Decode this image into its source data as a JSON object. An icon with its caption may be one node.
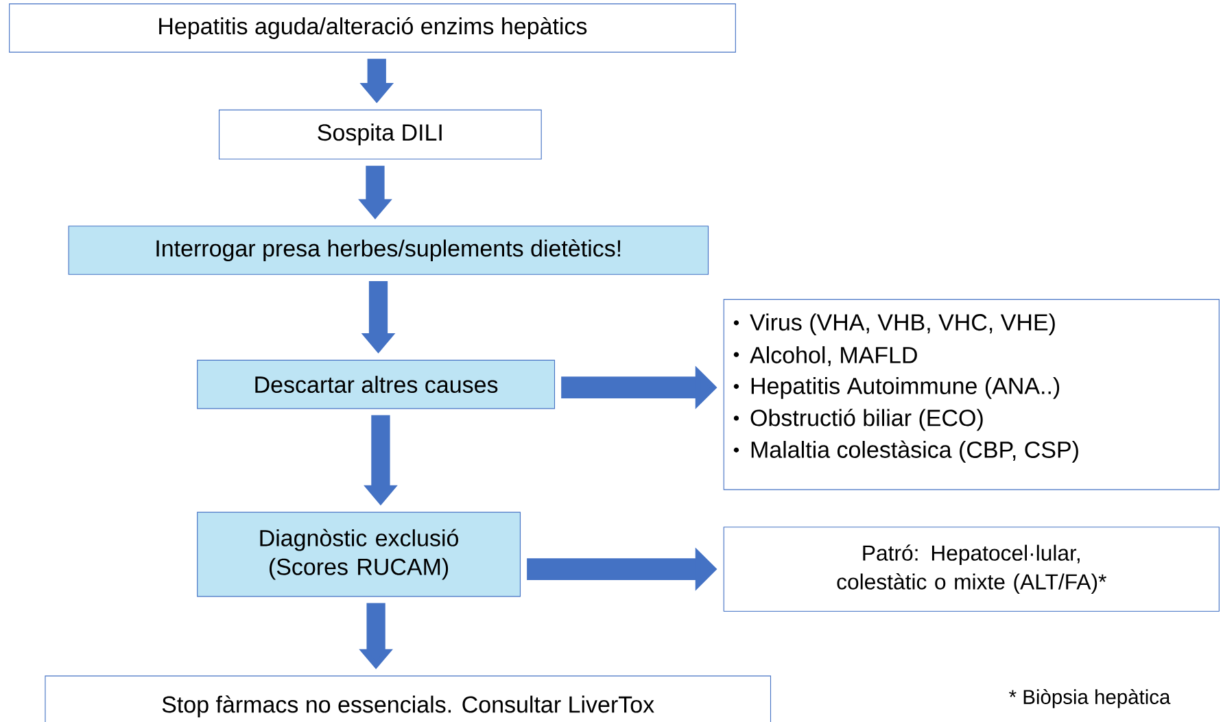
{
  "diagram": {
    "nodes": [
      {
        "text": [
          "Hepatitis aguda/alteració enzims hepàtics"
        ]
      },
      {
        "text": [
          "Sospita DILI"
        ]
      },
      {
        "text": [
          "Interrogar presa herbes/suplements dietètics!"
        ]
      },
      {
        "text": [
          "Descartar altres causes"
        ]
      },
      {
        "text": [
          "Virus (VHA, VHB, VHC, VHE)",
          "Alcohol, MAFLD",
          "Hepatitis Autoimmune   (ANA..)",
          "Obstructió biliar (ECO)",
          "Malaltia colestàsica (CBP, CSP)"
        ]
      },
      {
        "text": [
          "Diagnòstic exclusió (Scores RUCAM)"
        ]
      },
      {
        "text": [
          "Patró: Hepatocel·lular, colestàtic o mixte (ALT/FA)*"
        ]
      },
      {
        "text": [
          "Stop fàrmacs no essencials. Consultar LiverTox"
        ]
      }
    ],
    "edges": [
      {
        "from": 0,
        "to": 1,
        "arrow": "to"
      },
      {
        "from": 1,
        "to": 2,
        "arrow": "to"
      },
      {
        "from": 2,
        "to": 3,
        "arrow": "to"
      },
      {
        "from": 3,
        "to": 4,
        "arrow": "to"
      },
      {
        "from": 3,
        "to": 5,
        "arrow": "to"
      },
      {
        "from": 5,
        "to": 6,
        "arrow": "to"
      },
      {
        "from": 5,
        "to": 7,
        "arrow": "to"
      }
    ],
    "labels": [
      "* Biòpsia hepàtica"
    ]
  }
}
